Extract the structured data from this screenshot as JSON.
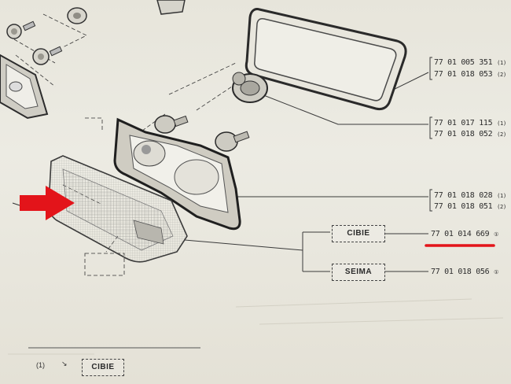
{
  "parts": [
    {
      "lines": [
        {
          "number": "77 01 005 351",
          "note": "(1)"
        },
        {
          "number": "77 01 018 053",
          "note": "(2)"
        }
      ]
    },
    {
      "lines": [
        {
          "number": "77 01 017 115",
          "note": "(1)"
        },
        {
          "number": "77 01 018 052",
          "note": "(2)"
        }
      ]
    },
    {
      "lines": [
        {
          "number": "77 01 018 028",
          "note": "(1)"
        },
        {
          "number": "77 01 018 051",
          "note": "(2)"
        }
      ]
    }
  ],
  "suppliers": [
    {
      "name": "CIBIE",
      "number": "77 01 014 669",
      "note": "①"
    },
    {
      "name": "SEIMA",
      "number": "77 01 018 056",
      "note": "①"
    }
  ],
  "footnote": {
    "marker": "(1)",
    "symbol": "↘",
    "label": "CIBIE"
  },
  "highlight_color": "#e3141a"
}
